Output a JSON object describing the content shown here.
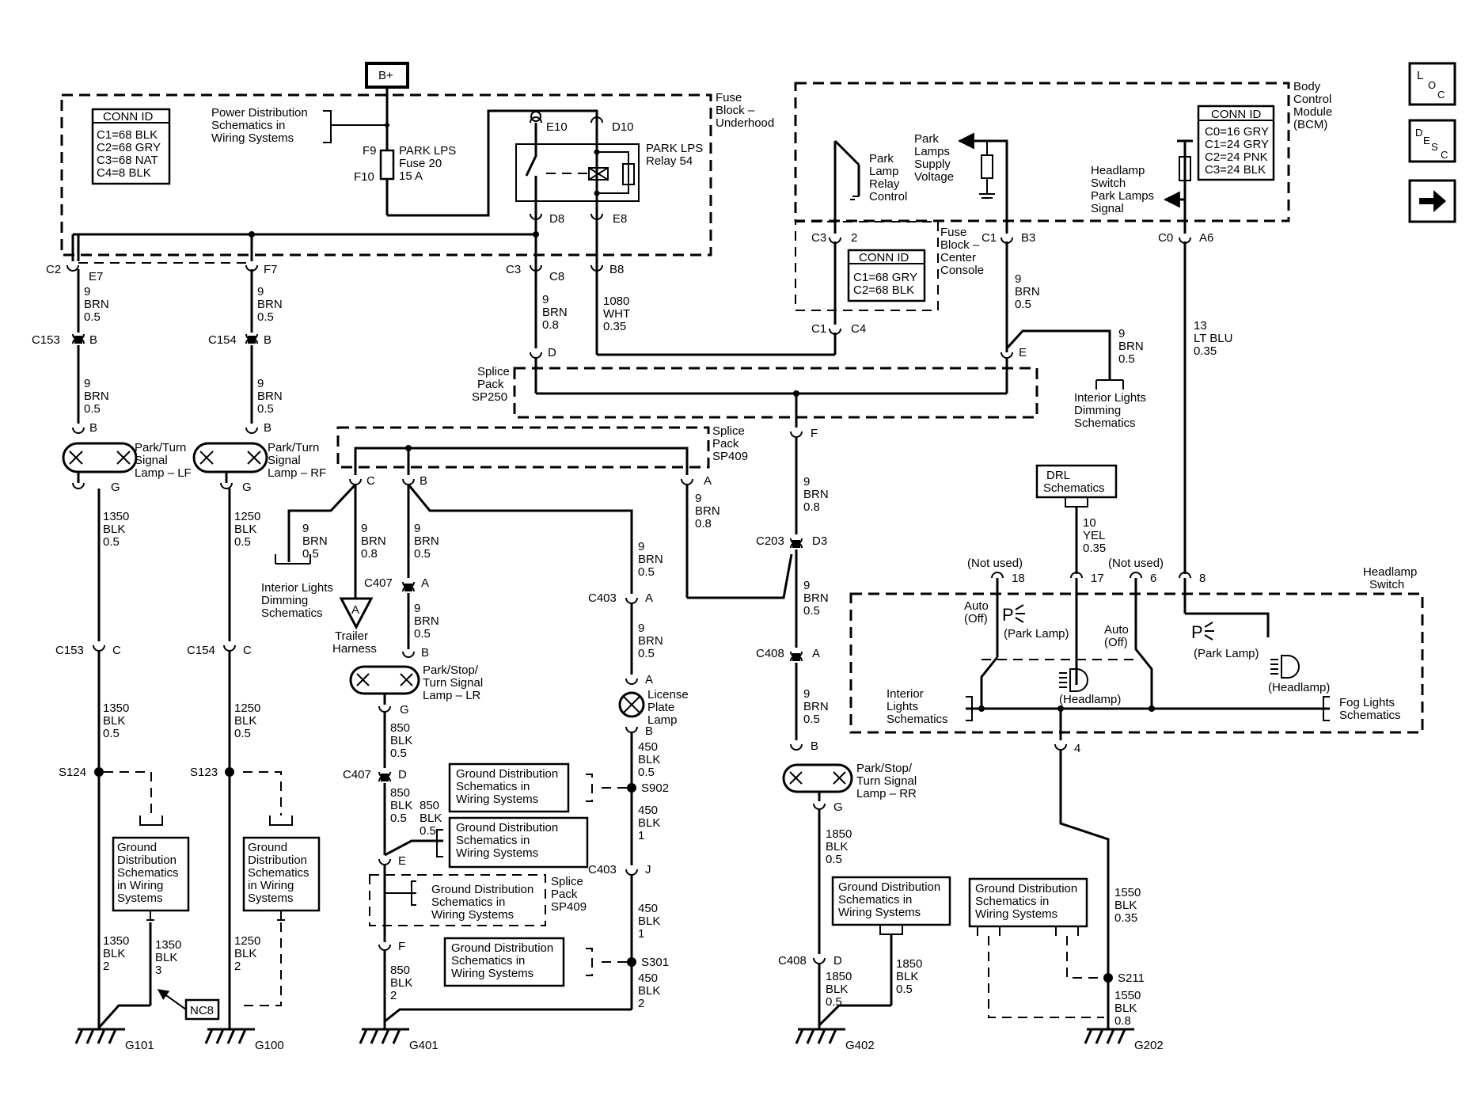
{
  "nav": {
    "loc": [
      "L",
      "O",
      "C"
    ],
    "desc": [
      "D",
      "E",
      "S",
      "C"
    ]
  },
  "top": {
    "bplus": "B+",
    "fuse_block_underhood": [
      "Fuse",
      "Block –",
      "Underhood"
    ],
    "power_dist": [
      "Power Distribution",
      "Schematics in",
      "Wiring  Systems"
    ],
    "f9": "F9",
    "f10": "F10",
    "park_lps_fuse": [
      "PARK LPS",
      "Fuse 20",
      "15 A"
    ],
    "e10": "E10",
    "d10": "D10",
    "d8": "D8",
    "e8": "E8",
    "park_lps_relay": [
      "PARK LPS",
      "Relay 54"
    ],
    "conn_id_title": "CONN ID",
    "conn_id_left": [
      "C1=68 BLK",
      "C2=68 GRY",
      "C3=68 NAT",
      "C4=8 BLK"
    ],
    "bcm": [
      "Body",
      "Control",
      "Module",
      "(BCM)"
    ],
    "conn_id_bcm": [
      "C0=16 GRY",
      "C1=24 GRY",
      "C2=24 PNK",
      "C3=24 BLK"
    ],
    "park_lamp_relay_control": [
      "Park",
      "Lamp",
      "Relay",
      "Control"
    ],
    "park_lamps_supply_voltage": [
      "Park",
      "Lamps",
      "Supply",
      "Voltage"
    ],
    "headlamp_switch_signal": [
      "Headlamp",
      "Switch",
      "Park Lamps",
      "Signal"
    ],
    "fuse_block_center": [
      "Fuse",
      "Block –",
      "Center",
      "Console"
    ],
    "conn_id_center": [
      "C1=68 GRY",
      "C2=68 BLK"
    ]
  },
  "connectors": {
    "c2": "C2",
    "e7": "E7",
    "f7": "F7",
    "c3": "C3",
    "c8": "C8",
    "b8": "B8",
    "c3b": "C3",
    "pin2": "2",
    "c1": "C1",
    "b3": "B3",
    "c0": "C0",
    "a6": "A6",
    "c1b": "C1",
    "c4": "C4",
    "c153": "C153",
    "b": "B",
    "c154": "C154",
    "d": "D",
    "e": "E",
    "f": "F",
    "g": "G",
    "a": "A",
    "c": "C",
    "j": "J",
    "c407": "C407",
    "c403": "C403",
    "c203": "C203",
    "d3": "D3",
    "c408": "C408",
    "s124": "S124",
    "s123": "S123",
    "s902": "S902",
    "s301": "S301",
    "s211": "S211",
    "pin4": "4",
    "pin18": "18",
    "pin17": "17",
    "pin6": "6",
    "pin8": "8"
  },
  "wires": {
    "w9brn05": [
      "9",
      "BRN",
      "0.5"
    ],
    "w9brn08": [
      "9",
      "BRN",
      "0.8"
    ],
    "w1080wht": [
      "1080",
      "WHT",
      "0.35"
    ],
    "w13ltblu": [
      "13",
      "LT BLU",
      "0.35"
    ],
    "w10yel": [
      "10",
      "YEL",
      "0.35"
    ],
    "w1350blk05": [
      "1350",
      "BLK",
      "0.5"
    ],
    "w1250blk05": [
      "1250",
      "BLK",
      "0.5"
    ],
    "w1350blk2": [
      "1350",
      "BLK",
      "2"
    ],
    "w1350blk3": [
      "1350",
      "BLK",
      "3"
    ],
    "w1250blk2": [
      "1250",
      "BLK",
      "2"
    ],
    "w850blk05": [
      "850",
      "BLK",
      "0.5"
    ],
    "w850blk2": [
      "850",
      "BLK",
      "2"
    ],
    "w450blk05": [
      "450",
      "BLK",
      "0.5"
    ],
    "w450blk1": [
      "450",
      "BLK",
      "1"
    ],
    "w450blk2": [
      "450",
      "BLK",
      "2"
    ],
    "w1850blk05": [
      "1850",
      "BLK",
      "0.5"
    ],
    "w1550blk035": [
      "1550",
      "BLK",
      "0.35"
    ],
    "w1550blk08": [
      "1550",
      "BLK",
      "0.8"
    ]
  },
  "components": {
    "splice_sp250": [
      "Splice",
      "Pack",
      "SP250"
    ],
    "splice_sp409": [
      "Splice",
      "Pack",
      "SP409"
    ],
    "interior_dimming": [
      "Interior Lights",
      "Dimming",
      "Schematics"
    ],
    "lamp_lf": [
      "Park/Turn",
      "Signal",
      "Lamp – LF"
    ],
    "lamp_rf": [
      "Park/Turn",
      "Signal",
      "Lamp – RF"
    ],
    "trailer_harness": [
      "Trailer",
      "Harness"
    ],
    "trailer_a": "A",
    "lamp_lr": [
      "Park/Stop/",
      "Turn Signal",
      "Lamp – LR"
    ],
    "license_plate": [
      "License",
      "Plate",
      "Lamp"
    ],
    "lamp_rr": [
      "Park/Stop/",
      "Turn Signal",
      "Lamp – RR"
    ],
    "drl": [
      "DRL",
      "Schematics"
    ],
    "not_used": "(Not used)",
    "headlamp_switch": [
      "Headlamp",
      "Switch"
    ],
    "auto_off": [
      "Auto",
      "(Off)"
    ],
    "park_lamp": "(Park Lamp)",
    "headlamp": "(Headlamp)",
    "interior_lights_sch": [
      "Interior",
      "Lights",
      "Schematics"
    ],
    "fog_lights": [
      "Fog Lights",
      "Schematics"
    ],
    "ground_dist4": [
      "Ground",
      "Distribution",
      "Schematics",
      "in Wiring",
      "Systems"
    ],
    "ground_dist3": [
      "Ground Distribution",
      "Schematics in",
      "Wiring Systems"
    ],
    "nc8": "NC8",
    "g101": "G101",
    "g100": "G100",
    "g401": "G401",
    "g402": "G402",
    "g202": "G202",
    "p_symbol": "P"
  }
}
